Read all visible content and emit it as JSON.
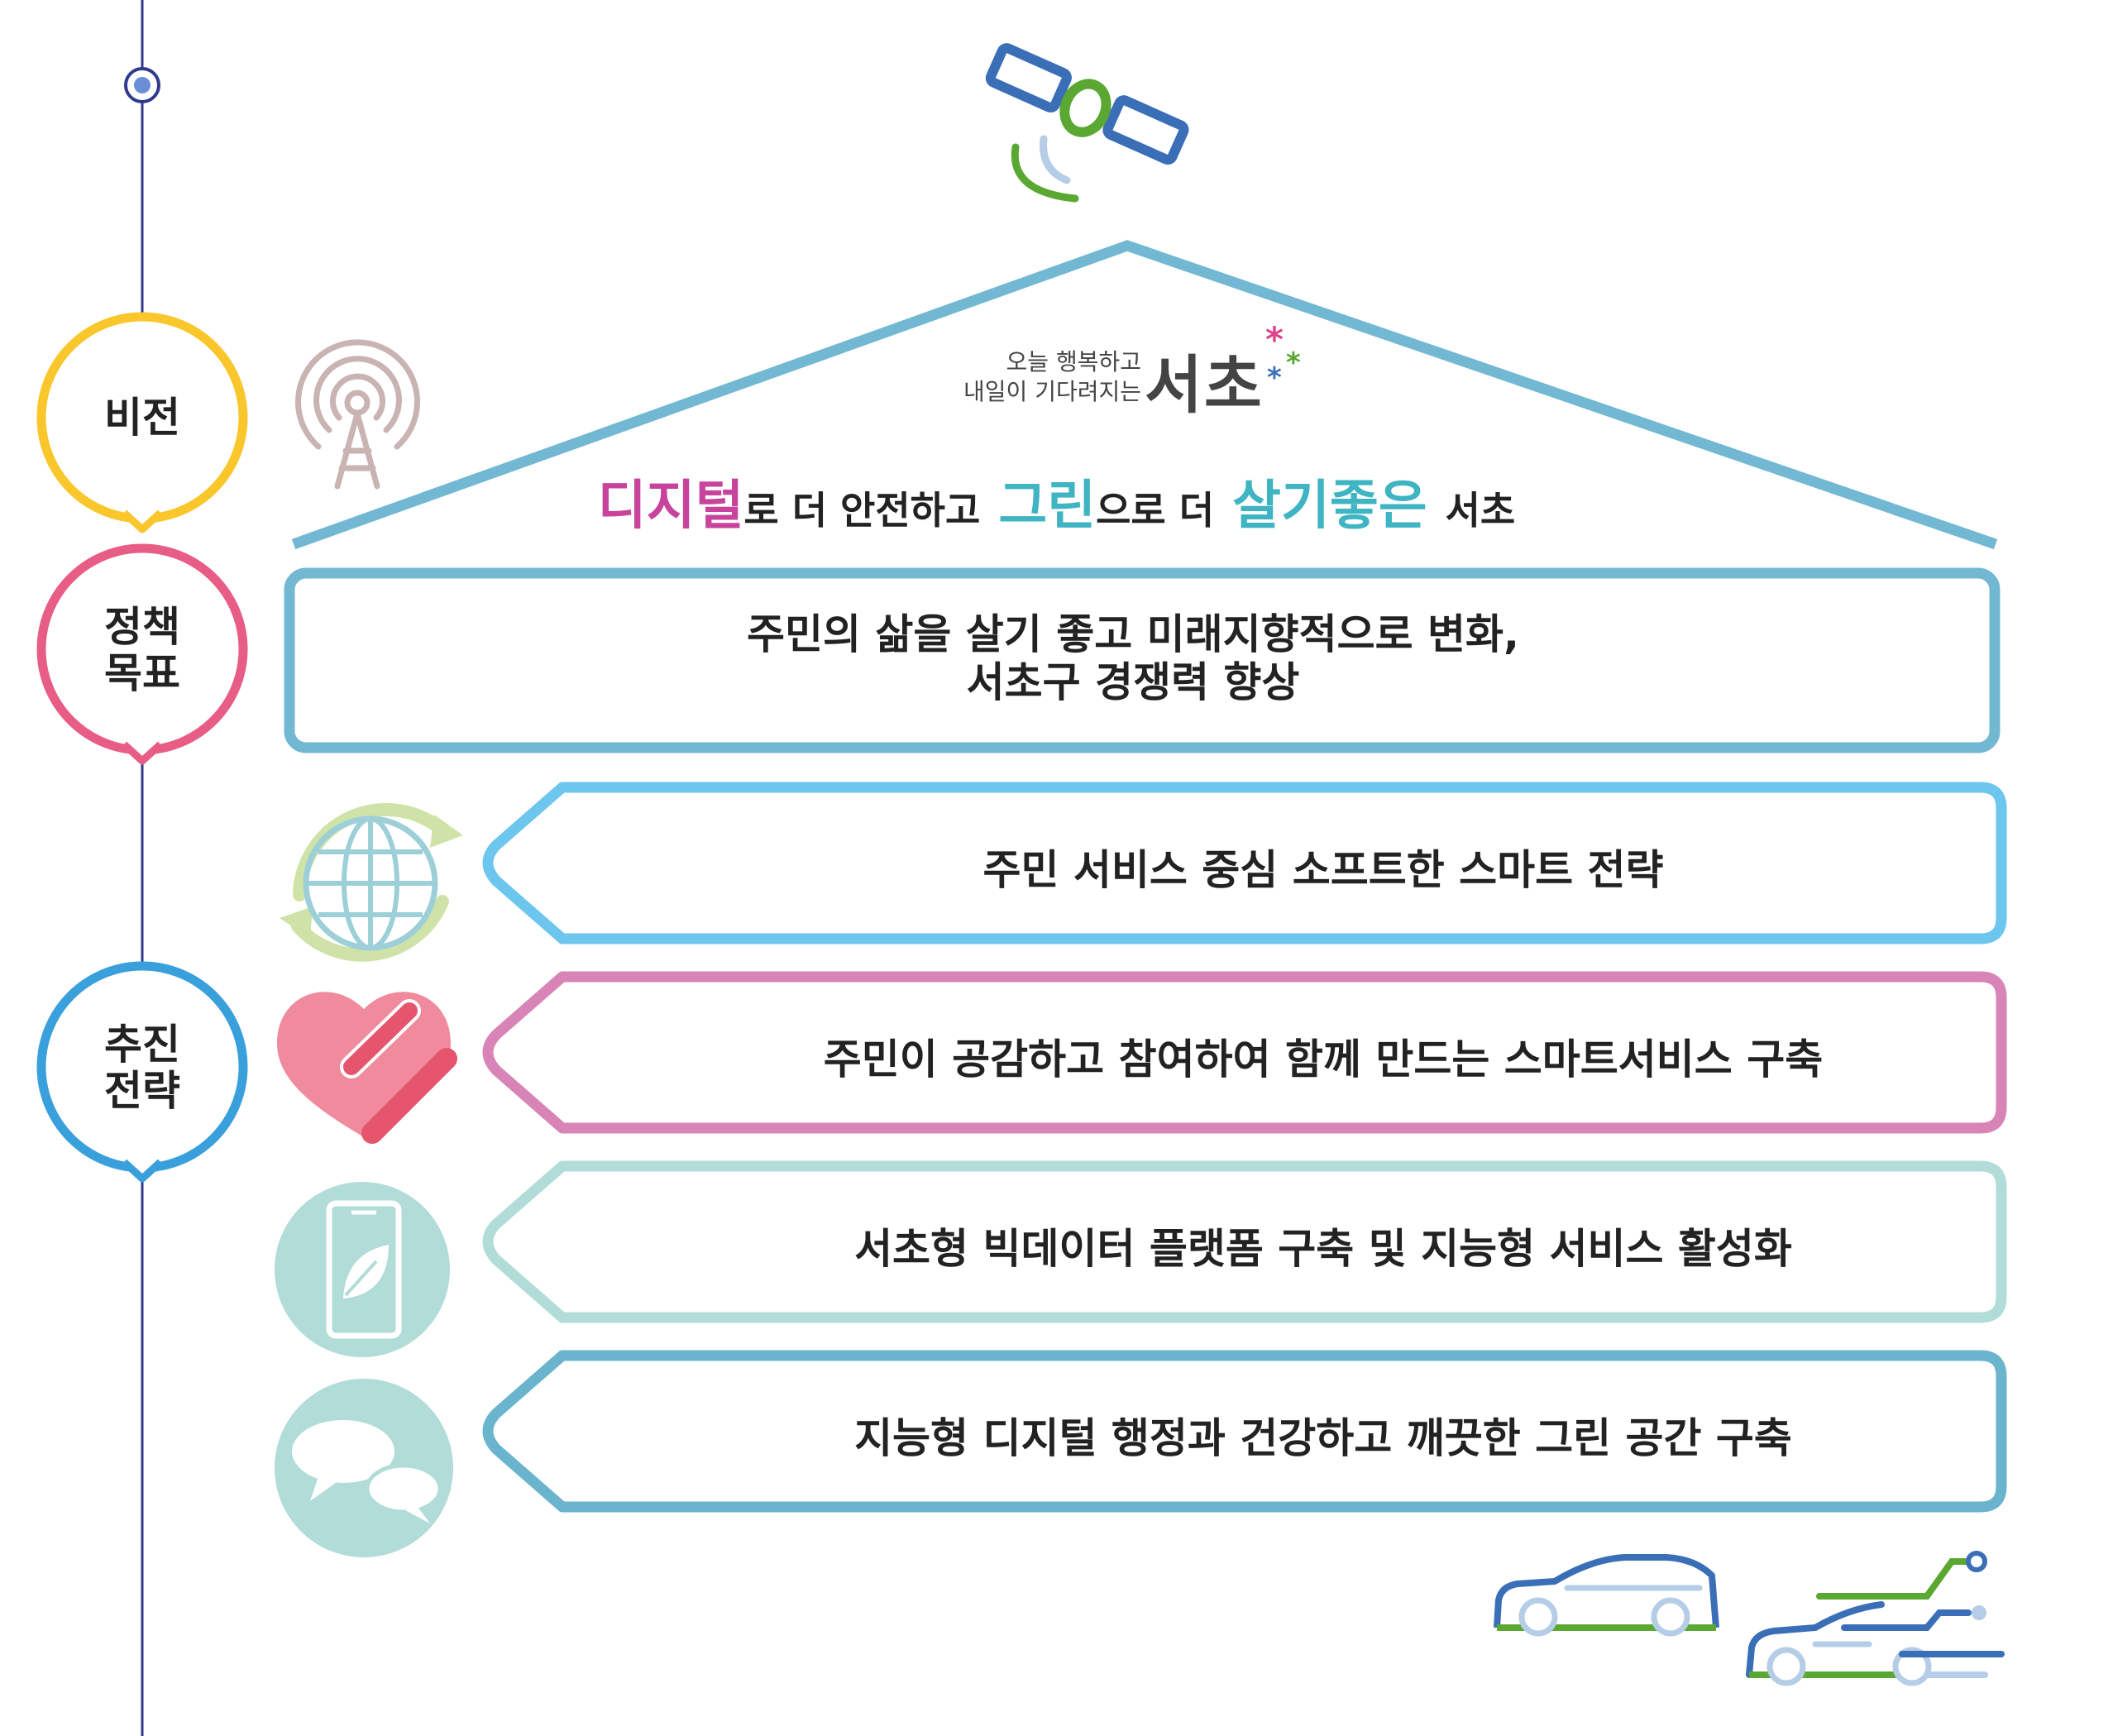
{
  "stages": {
    "vision": "비전",
    "goal_line1": "정책",
    "goal_line2": "목표",
    "strategy_line1": "추진",
    "strategy_line2": "전략"
  },
  "brand": {
    "slogan_line1": "오늘 행복하고",
    "slogan_line2": "내일이 기다려지는",
    "name": "서초"
  },
  "vision": {
    "keyword1": "디지털",
    "text1": "로 더 안전하고",
    "keyword2": "그린",
    "text2": "으로 더",
    "keyword3": "살기좋은",
    "text3": "서초"
  },
  "goal": {
    "line1": "주민의 삶을 살기 좋고 미래지향적으로 변화,",
    "line2": "서초구 경쟁력 향상"
  },
  "strategies": [
    {
      "label": "주민 서비스 중심 소프트한 스마트 전략",
      "icon": "globe-recycle-icon",
      "color": "#6cc6ee"
    },
    {
      "label": "주민이 공감하고 참여하여 함께 만드는 스마트서비스 구축",
      "icon": "heart-icon",
      "color": "#d884b6"
    },
    {
      "label": "서초형 빅데이터 플랫폼 구축 및 지능형 서비스 활성화",
      "icon": "smartphone-leaf-icon",
      "color": "#b2dcd8"
    },
    {
      "label": "지능형 디지털 행정과 건강하고 깨끗한 그린 공간 구축",
      "icon": "chat-bubbles-icon",
      "color": "#6ab4ce"
    }
  ],
  "colors": {
    "timeline": "#2f3a8c",
    "vision_circle": "#f9c72c",
    "goal_circle": "#e85d86",
    "strategy_circle": "#3aa0dc",
    "roof": "#73b8d3",
    "goal_box": "#73b8d3"
  }
}
